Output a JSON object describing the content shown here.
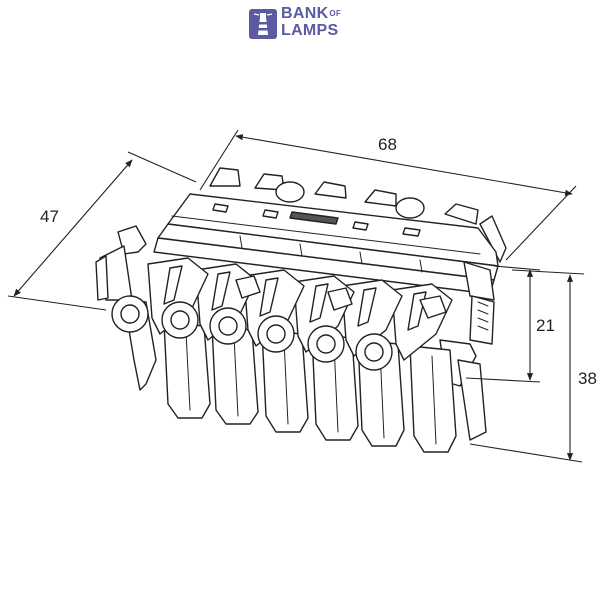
{
  "logo": {
    "line1": "BANK",
    "of": "OF",
    "line2": "LAMPS"
  },
  "dimensions": {
    "width": "68",
    "depth": "47",
    "body_height": "21",
    "total_height": "38"
  },
  "colors": {
    "brand": "#5b5aa3",
    "line": "#222222"
  }
}
